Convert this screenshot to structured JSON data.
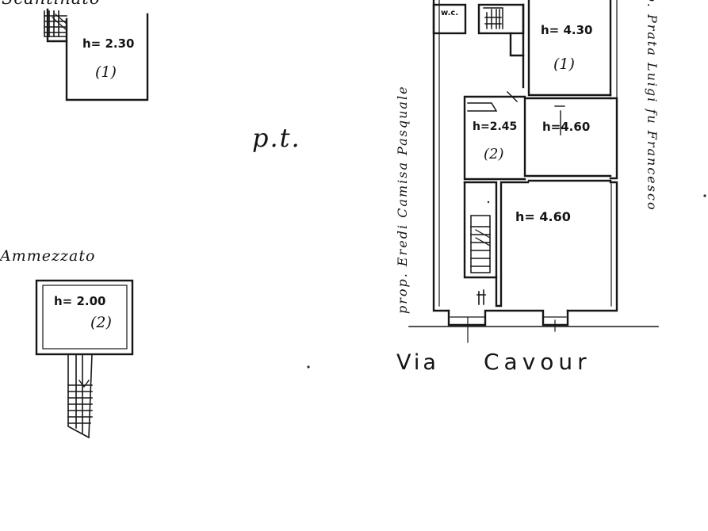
{
  "levels": {
    "basement": {
      "title": "Scantinato",
      "height": "h= 2.30",
      "unit": "(1)"
    },
    "mezzanine": {
      "title": "Ammezzato",
      "height": "h= 2.00",
      "unit": "(2)"
    },
    "ground": {
      "title": "p.t."
    }
  },
  "ground_rooms": {
    "wc": "w.c.",
    "back_right_height": "h= 4.30",
    "back_right_unit": "(1)",
    "middle_left_height": "h=2.45",
    "middle_left_unit": "(2)",
    "middle_right_height": "h=4.60",
    "front_right_height": "h= 4.60"
  },
  "neighbours": {
    "left": "prop. Eredi Camisa Pasquale",
    "right": "prop. Prata Luigi fu Francesco"
  },
  "street": {
    "word1": "Via",
    "word2": "Cavour"
  }
}
